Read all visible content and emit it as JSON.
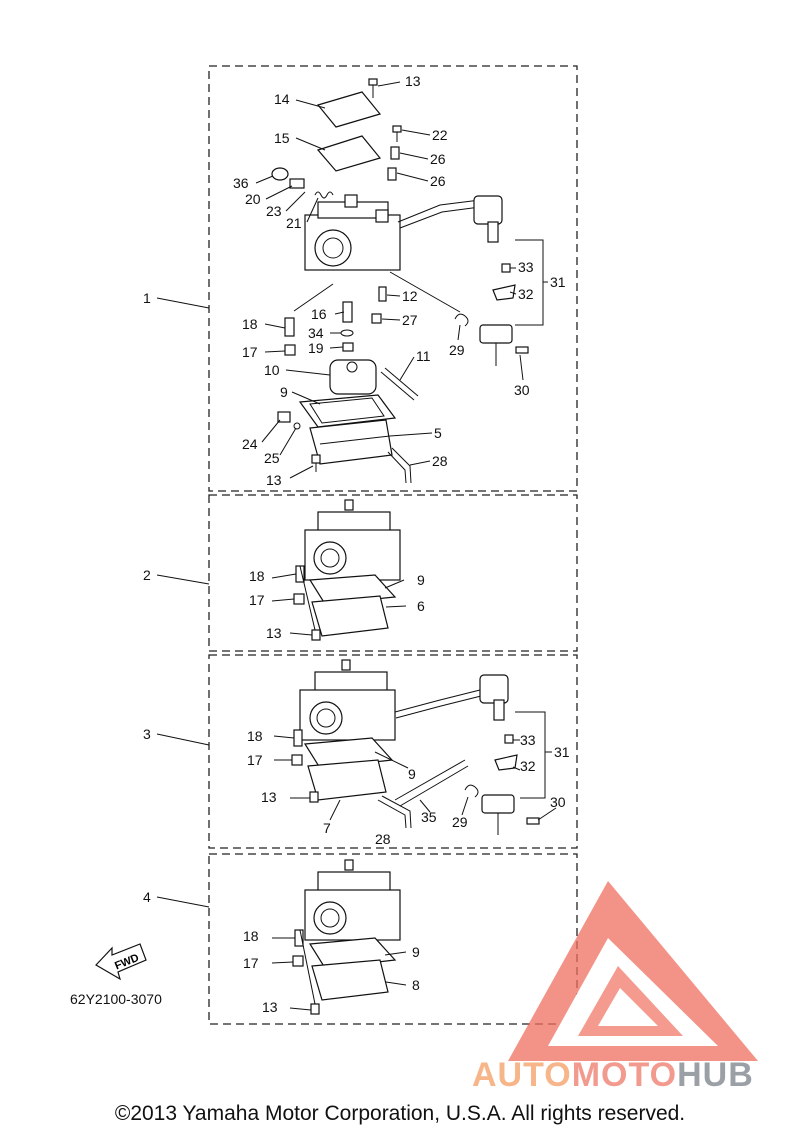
{
  "diagram": {
    "code": "62Y2100-3070",
    "fwd_label": "FWD",
    "copyright": "©2013 Yamaha Motor Corporation, U.S.A. All rights reserved.",
    "watermark": {
      "part1": "AUTO",
      "part2": "MOTO",
      "part3": "HUB"
    },
    "group_labels": [
      "1",
      "2",
      "3",
      "4"
    ],
    "callouts": {
      "g1": [
        "13",
        "14",
        "15",
        "22",
        "26",
        "26",
        "36",
        "20",
        "23",
        "21",
        "33",
        "31",
        "32",
        "12",
        "16",
        "27",
        "18",
        "34",
        "17",
        "19",
        "29",
        "11",
        "10",
        "30",
        "9",
        "5",
        "24",
        "25",
        "28",
        "13"
      ],
      "g2": [
        "18",
        "9",
        "17",
        "6",
        "13"
      ],
      "g3": [
        "33",
        "31",
        "18",
        "17",
        "9",
        "32",
        "30",
        "13",
        "35",
        "29",
        "7",
        "28"
      ],
      "g4": [
        "18",
        "9",
        "17",
        "8",
        "13"
      ]
    },
    "colors": {
      "line": "#111111",
      "watermark_red": "#ef6f5f",
      "watermark_orange": "#f7b58a",
      "watermark_gray": "#9aa0a6"
    }
  }
}
